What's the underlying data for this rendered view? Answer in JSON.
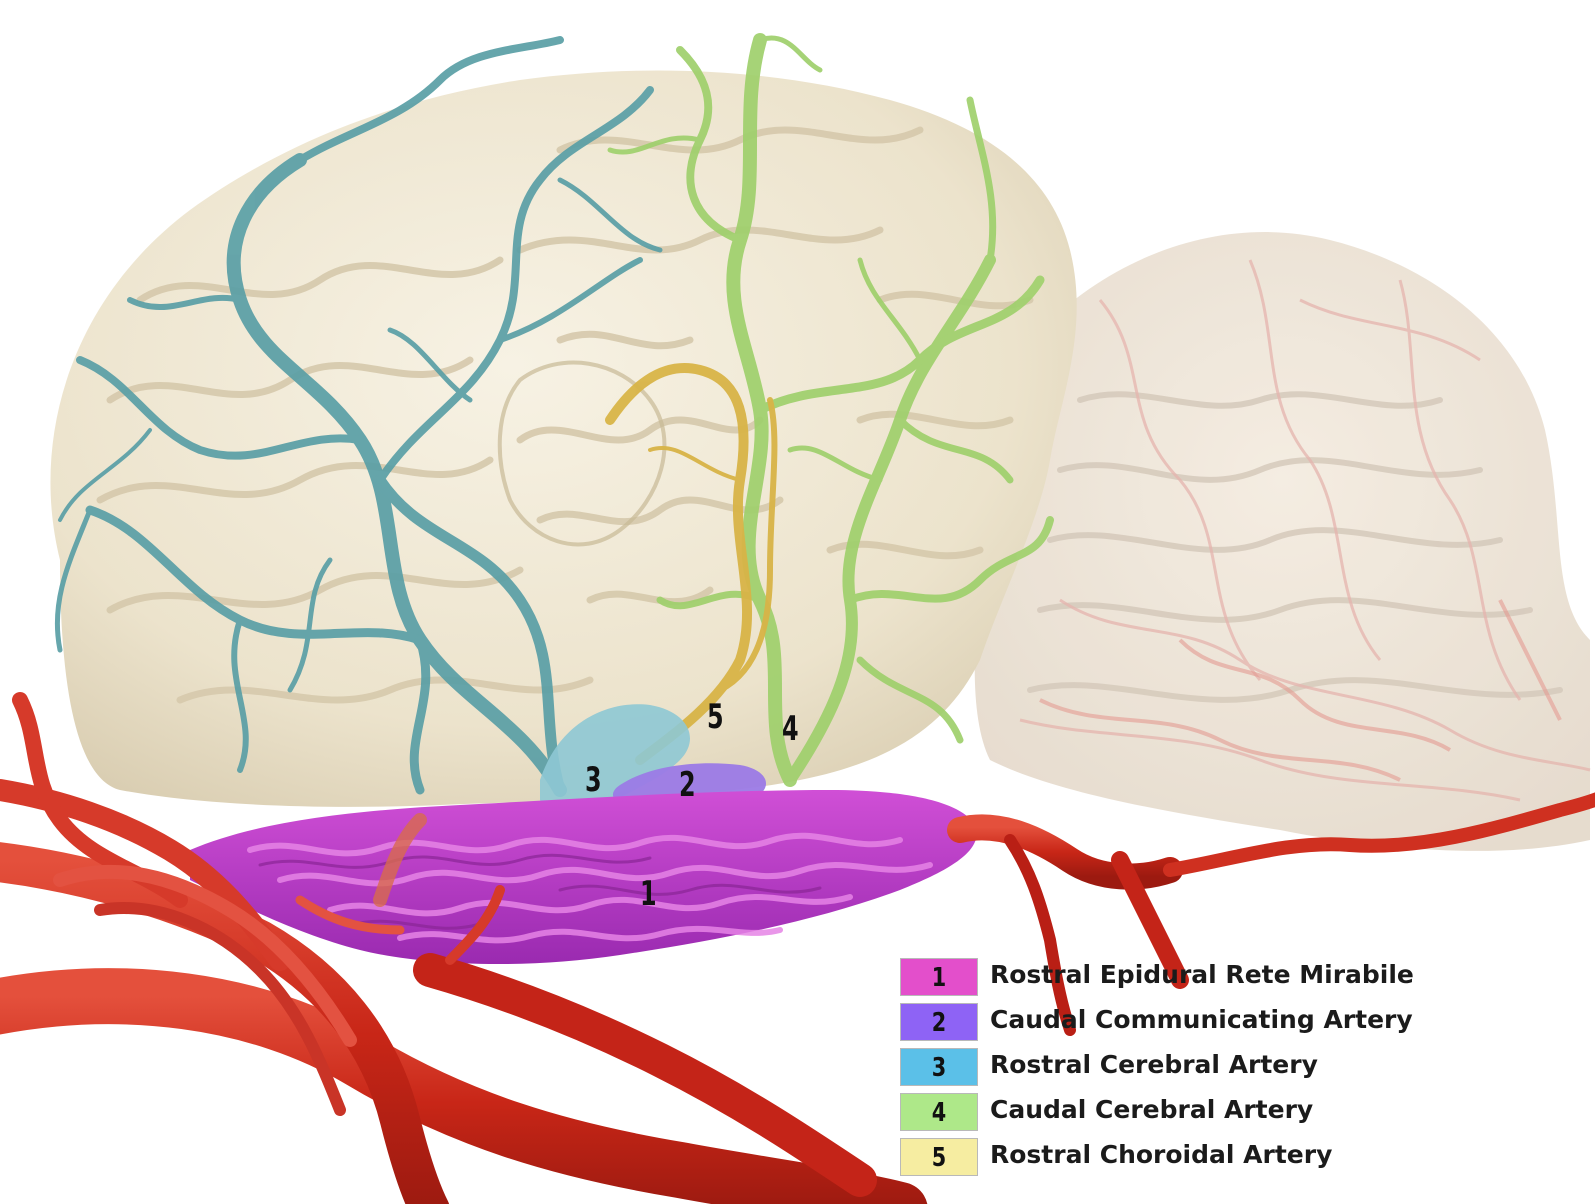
{
  "figure": {
    "callouts": [
      "1",
      "2",
      "3",
      "4",
      "5"
    ],
    "legend": [
      {
        "number": "1",
        "label": "Rostral Epidural Rete Mirabile",
        "color": "#e34fcb"
      },
      {
        "number": "2",
        "label": "Caudal Communicating Artery",
        "color": "#8e63f5"
      },
      {
        "number": "3",
        "label": "Rostral Cerebral Artery",
        "color": "#5bc0e8"
      },
      {
        "number": "4",
        "label": "Caudal Cerebral Artery",
        "color": "#aee889"
      },
      {
        "number": "5",
        "label": "Rostral Choroidal Artery",
        "color": "#f6eda1"
      }
    ]
  },
  "scene_colors": {
    "brain": "#efe8d6",
    "rostral_cerebral_vessels": "#5a9fa6",
    "caudal_cerebral_vessels": "#9fd06c",
    "choroidal_vessel": "#d8b447",
    "rete_mirabile": "#b43bc4",
    "arteries": "#cf2a1c"
  }
}
